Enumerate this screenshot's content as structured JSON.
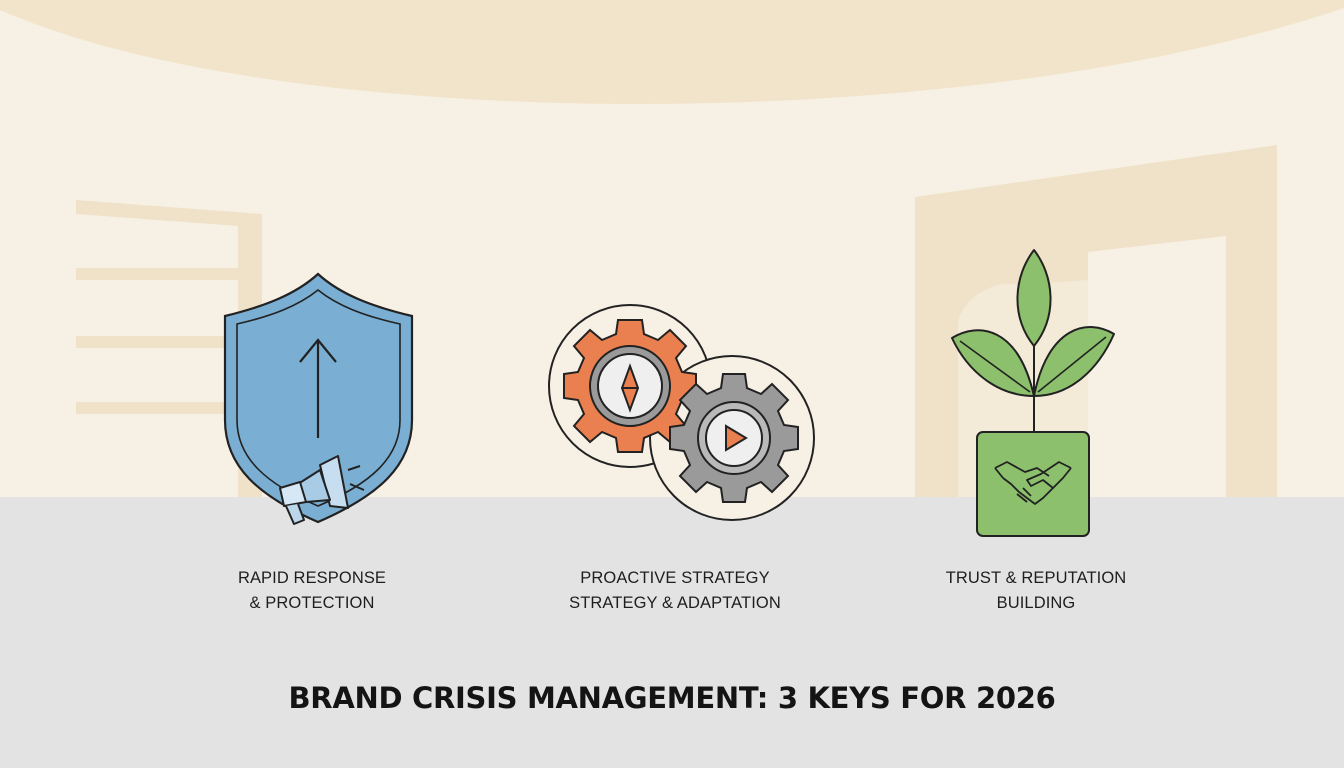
{
  "title": "BRAND CRISIS MANAGEMENT: 3 KEYS FOR 2026",
  "keys": [
    {
      "icon": "shield-megaphone-icon",
      "line1": "RAPID RESPONSE",
      "line2": "& PROTECTION",
      "color": "#7aaed2"
    },
    {
      "icon": "gears-icon",
      "line1": "PROACTIVE STRATEGY",
      "line2": "STRATEGY & ADAPTATION",
      "color": "#ea8050"
    },
    {
      "icon": "plant-handshake-icon",
      "line1": "TRUST & REPUTATION",
      "line2": "BUILDING",
      "color": "#8cc06c"
    }
  ]
}
